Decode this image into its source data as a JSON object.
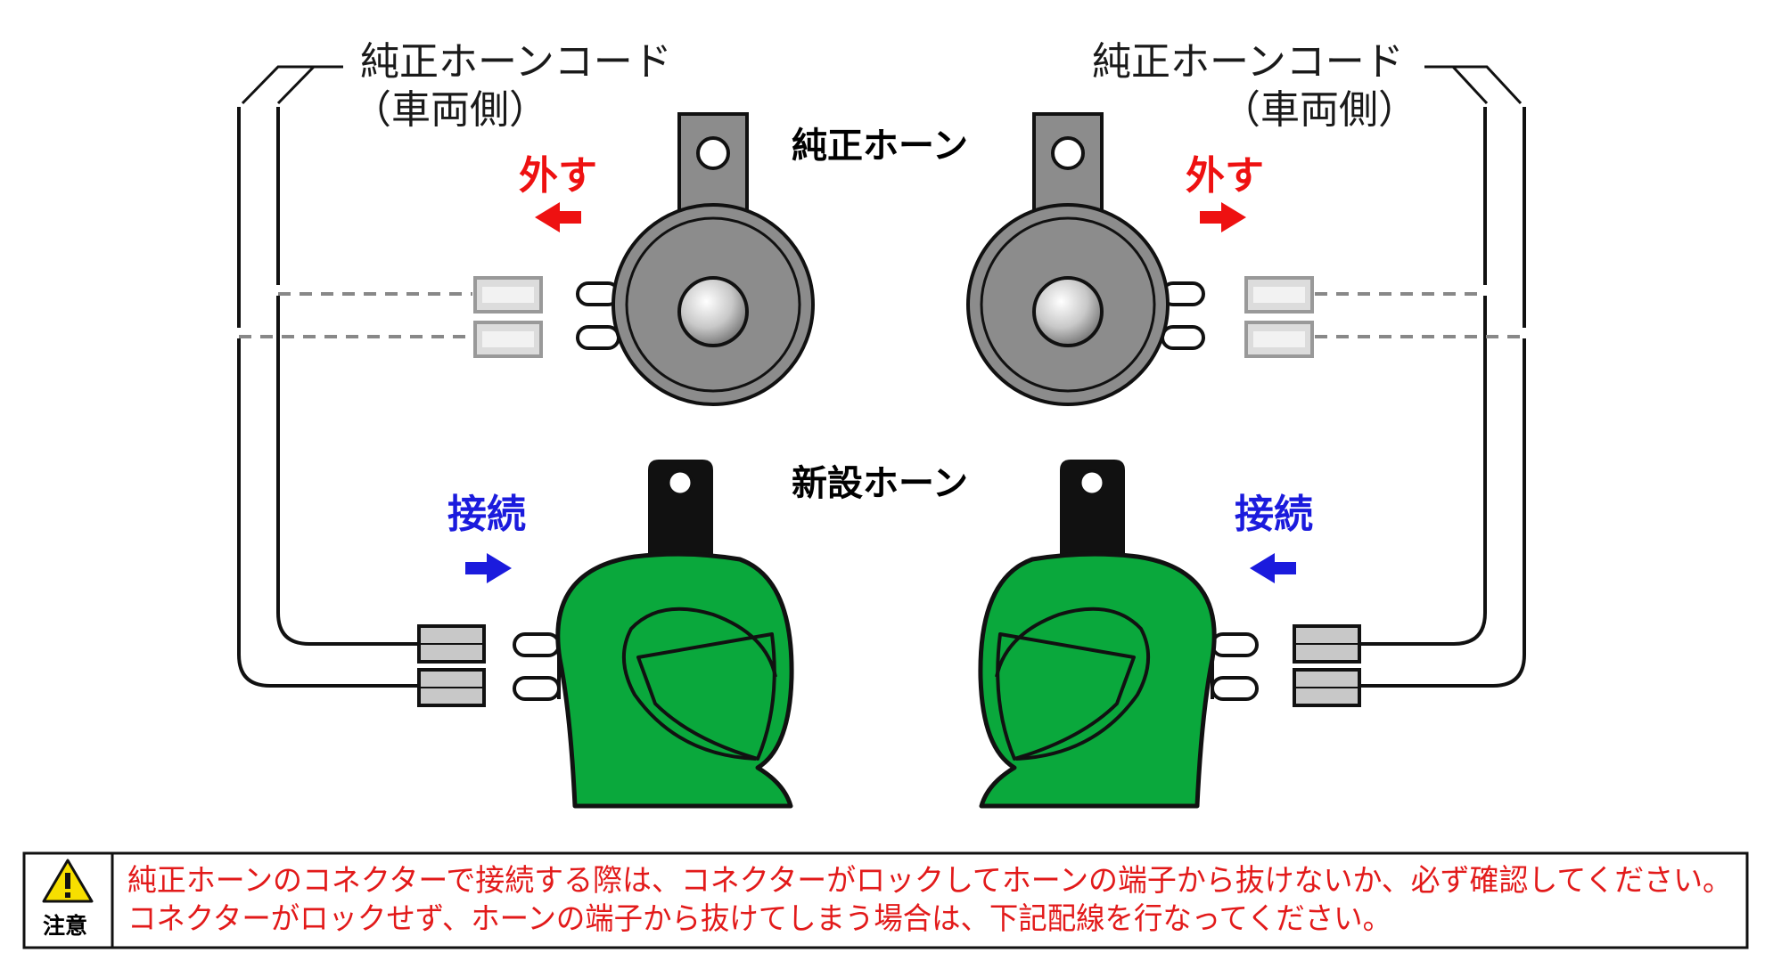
{
  "labels": {
    "oem_cord_left": "純正ホーンコード",
    "oem_cord_left_sub": "（車両側）",
    "oem_cord_right": "純正ホーンコード",
    "oem_cord_right_sub": "（車両側）",
    "oem_horn": "純正ホーン",
    "new_horn": "新設ホーン",
    "remove_left": "外す",
    "remove_right": "外す",
    "connect_left": "接続",
    "connect_right": "接続"
  },
  "notice": {
    "caution_label": "注意",
    "line1": "純正ホーンのコネクターで接続する際は、コネクターがロックしてホーンの端子から抜けないか、必ず確認してください。",
    "line2": "コネクターがロックせず、ホーンの端子から抜けてしまう場合は、下記配線を行なってください。"
  },
  "colors": {
    "remove_arrow": "#ee1111",
    "connect_arrow": "#1b1bdd",
    "new_horn_body": "#0aa83c",
    "oem_horn_body": "#8c8c8c",
    "notice_text": "#e21a1a",
    "caution_triangle": "#f7df00"
  },
  "icons": {
    "caution": "warning-triangle-icon"
  }
}
